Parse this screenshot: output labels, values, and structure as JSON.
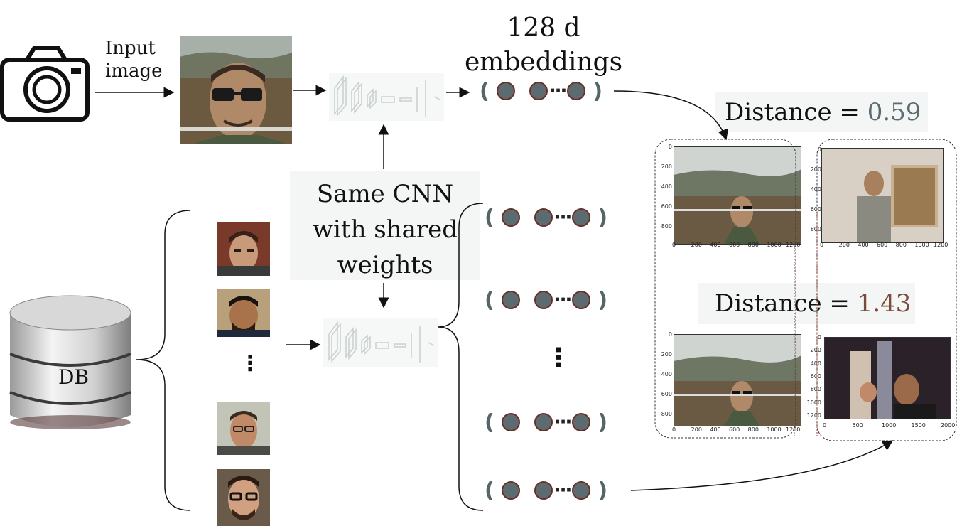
{
  "input_label": [
    "Input",
    "image"
  ],
  "embeddings_title": [
    "128 d",
    "embeddings"
  ],
  "cnn_label": [
    "Same CNN",
    "with shared",
    "weights"
  ],
  "db_label": "DB",
  "db_ellipsis": "⋮",
  "embed_ellipsis": "⋮",
  "embedding_symbol": {
    "open": "(",
    "dots": "···",
    "close": ")"
  },
  "distance_top": {
    "label": "Distance = ",
    "value": "0.59",
    "value_color": "#5b6b70"
  },
  "distance_bottom": {
    "label": "Distance = ",
    "value": "1.43",
    "value_color": "#7a4a3a"
  },
  "plot_ticks": {
    "small_y": [
      "0",
      "200",
      "400",
      "600",
      "800"
    ],
    "small_x": [
      "0",
      "200",
      "400",
      "600",
      "800",
      "1000",
      "1200"
    ],
    "large_y": [
      "0",
      "200",
      "400",
      "600",
      "800",
      "1000",
      "1200"
    ],
    "large_x": [
      "0",
      "500",
      "1000",
      "1500",
      "2000"
    ]
  },
  "icons": [
    "camera-icon",
    "database-icon",
    "cnn-icon"
  ]
}
